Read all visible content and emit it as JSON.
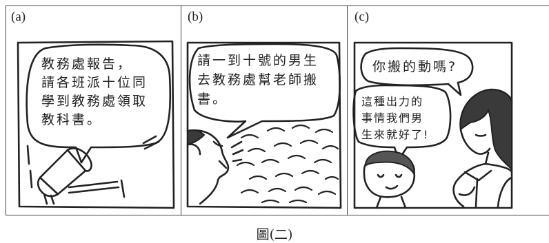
{
  "panels": [
    {
      "label": "(a)",
      "speech": "教務處報告，\n請各班派十位同\n學到教務處領取\n教科書。"
    },
    {
      "label": "(b)",
      "speech": "請一到十號的男生\n去教務處幫老師搬\n書。"
    },
    {
      "label": "(c)",
      "speech_teacher": "你搬的動嗎?",
      "speech_boy": "這種出力的\n事情我們男\n生來就好了!"
    }
  ],
  "caption": "圖(二)"
}
